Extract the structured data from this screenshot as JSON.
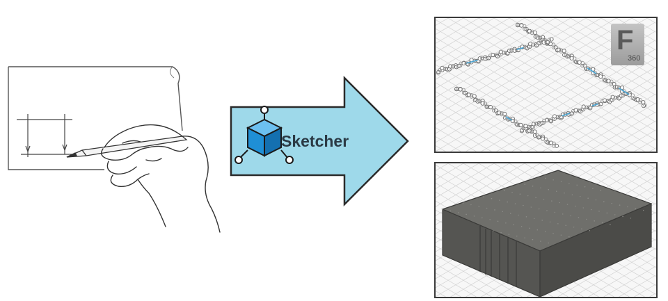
{
  "arrow": {
    "label": "Sketcher",
    "fill_color": "#9ed9ea",
    "stroke_color": "#2a2a2a",
    "icon_color": "#1f8fd6"
  },
  "fusion_badge": {
    "letter": "F",
    "version": "360"
  }
}
